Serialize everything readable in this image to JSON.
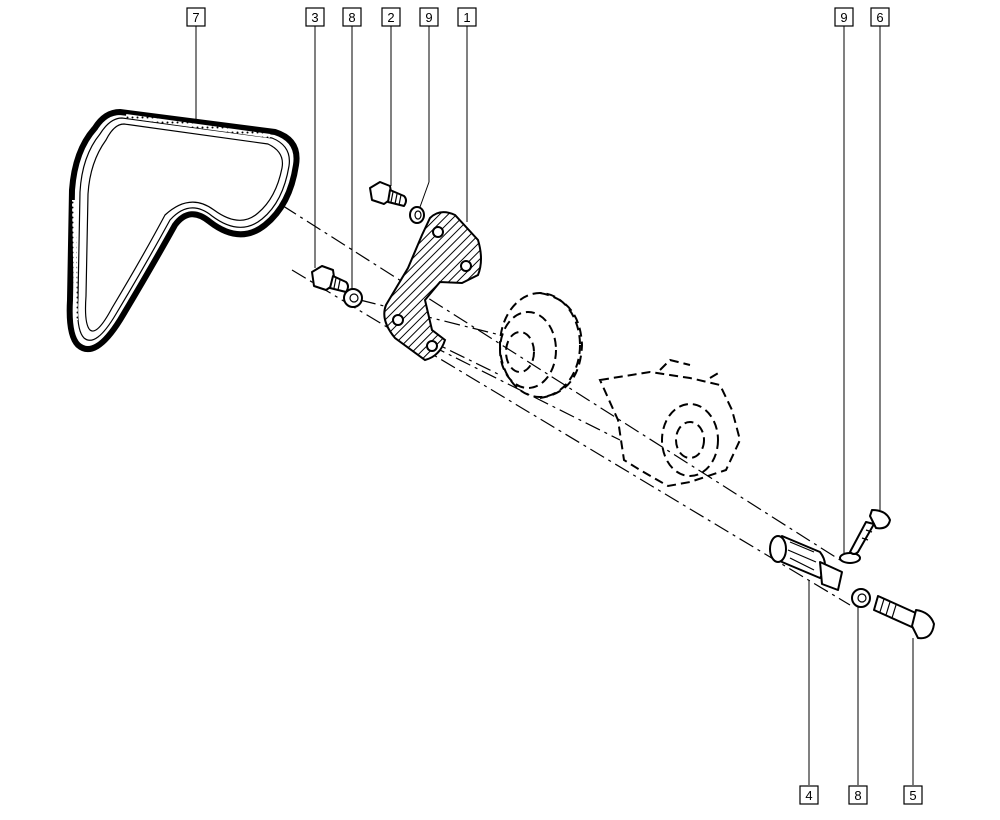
{
  "title": "",
  "callouts": [
    {
      "id": "c7a",
      "label": "7"
    },
    {
      "id": "c3a",
      "label": "3"
    },
    {
      "id": "c8a",
      "label": "8"
    },
    {
      "id": "c2a",
      "label": "2"
    },
    {
      "id": "c9a",
      "label": "9"
    },
    {
      "id": "c1a",
      "label": "1"
    },
    {
      "id": "c9b",
      "label": "9"
    },
    {
      "id": "c6a",
      "label": "6"
    },
    {
      "id": "c4a",
      "label": "4"
    },
    {
      "id": "c8b",
      "label": "8"
    },
    {
      "id": "c5a",
      "label": "5"
    }
  ],
  "colors": {
    "line": "#000000",
    "background": "#ffffff"
  }
}
